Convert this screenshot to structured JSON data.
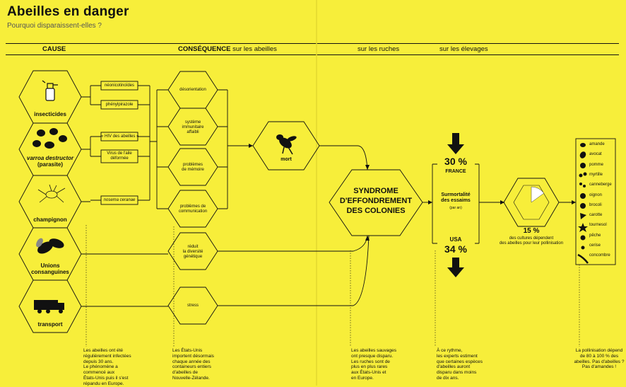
{
  "header": {
    "title": "Abeilles en danger",
    "subtitle": "Pourquoi disparaissent-elles ?"
  },
  "columns": {
    "cause": "CAUSE",
    "consequence_bold": "CONSÉQUENCE",
    "consequence_rest": " sur les abeilles",
    "ruches": "sur les ruches",
    "elevages": "sur les élevages"
  },
  "causes": [
    {
      "label": "insecticides",
      "icon": "spray-bottle-icon"
    },
    {
      "label_italic": "varroa destructor",
      "label": "(parasite)",
      "icon": "mite-icon"
    },
    {
      "label": "champignon",
      "icon": "fungus-bee-icon"
    },
    {
      "label": "Unions",
      "label2": "consanguines",
      "icon": "two-bees-icon"
    },
    {
      "label": "transport",
      "icon": "truck-icon"
    }
  ],
  "agents": [
    {
      "label": "néonicotinoïdes"
    },
    {
      "label": "phénylpirazole"
    },
    {
      "label": "« HIV des abeilles »"
    },
    {
      "label": "Virus de l'aile",
      "label2": "déformée"
    },
    {
      "label": "nosema ceranae"
    }
  ],
  "consequences": [
    {
      "lines": [
        "désorientation"
      ]
    },
    {
      "lines": [
        "système",
        "immunitaire",
        "affaibli"
      ]
    },
    {
      "lines": [
        "problèmes",
        "de mémoire"
      ]
    },
    {
      "lines": [
        "problèmes de",
        "communication"
      ]
    },
    {
      "lines": [
        "réduit",
        "la diversité",
        "génétique"
      ]
    },
    {
      "lines": [
        "stress"
      ]
    }
  ],
  "mort": {
    "label": "mort",
    "icon": "dead-bee-icon"
  },
  "syndrome": {
    "line1": "SYNDROME",
    "line2": "D'EFFONDREMENT",
    "line3": "DES COLONIES"
  },
  "stats": {
    "france_value": "30 %",
    "france_label": "FRANCE",
    "mid_line1": "Surmortalité",
    "mid_line2": "des essaims",
    "mid_line3": "(par an)",
    "usa_label": "USA",
    "usa_value": "34 %"
  },
  "pollination": {
    "value": "15 %",
    "text1": "des cultures dépendent",
    "text2": "des abeilles pour leur pollinisation",
    "fraction": 0.15
  },
  "crops": [
    "amande",
    "avocat",
    "pomme",
    "myrtille",
    "canneberge",
    "oignon",
    "brocoli",
    "carotte",
    "tournesol",
    "pêche",
    "cerise",
    "concombre"
  ],
  "footnotes": {
    "cause": [
      "Les abeilles ont été",
      "régulièrement infectées",
      "depuis 30 ans.",
      "Le phénomène a",
      "commencé aux",
      "États-Unis puis il s'est",
      "répandu en Europe."
    ],
    "consequence": [
      "Les États-Unis",
      "importent désormais",
      "chaque année des",
      "containeurs entiers",
      "d'abeilles de",
      "Nouvelle-Zélande."
    ],
    "ruches": [
      "Les abeilles sauvages",
      "ont presque disparu.",
      "Les ruches sont de",
      "plus en plus rares",
      "aux États-Unis et",
      "en Europe."
    ],
    "elevages": [
      "À ce rythme,",
      "les experts estiment",
      "que certaines espèces",
      "d'abeilles auront",
      "disparu dans moins",
      "de dix ans."
    ],
    "crops": [
      "La pollinisation dépend",
      "de 80 à 100 % des",
      "abeilles. Pas d'abeilles ?",
      "Pas d'amandes !"
    ]
  },
  "colors": {
    "background": "#f7ee3a",
    "ink": "#111111",
    "hex_fill": "#f7ee3a"
  }
}
